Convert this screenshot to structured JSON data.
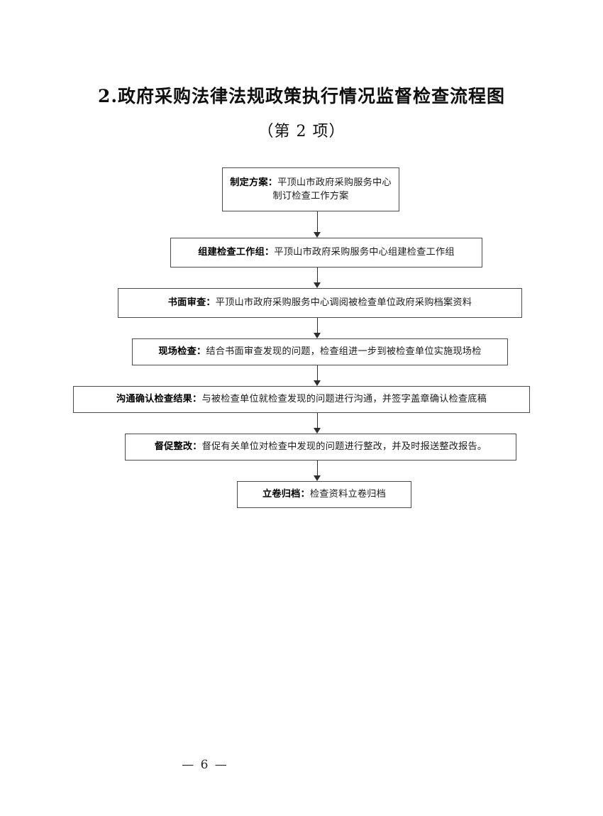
{
  "document": {
    "title": "2.政府采购法律法规政策执行情况监督检查流程图",
    "subtitle": "（第 2 项）",
    "page_number": "— 6 —"
  },
  "flowchart": {
    "nodes": [
      {
        "label": "制定方案：",
        "body": "平顶山市政府采购服务中心制订检查工作方案"
      },
      {
        "label": "组建检查工作组：",
        "body": "平顶山市政府采购服务中心组建检查工作组"
      },
      {
        "label": "书面审查：",
        "body": "平顶山市政府采购服务中心调阅被检查单位政府采购档案资料"
      },
      {
        "label": "现场检查：",
        "body": "结合书面审查发现的问题，检查组进一步到被检查单位实施现场检"
      },
      {
        "label": "沟通确认检查结果：",
        "body": "与被检查单位就检查发现的问题进行沟通，并签字盖章确认检查底稿"
      },
      {
        "label": "督促整改：",
        "body": "督促有关单位对检查中发现的问题进行整改，并及时报送整改报告。"
      },
      {
        "label": "立卷归档：",
        "body": "检查资料立卷归档"
      }
    ],
    "connectors": [
      {
        "from": 0,
        "to": 1
      },
      {
        "from": 1,
        "to": 2
      },
      {
        "from": 2,
        "to": 3
      },
      {
        "from": 3,
        "to": 4
      },
      {
        "from": 4,
        "to": 5
      },
      {
        "from": 5,
        "to": 6
      }
    ]
  },
  "colors": {
    "text": "#141414",
    "box_border": "#4a4a4a",
    "connector": "#2e2e2e",
    "background": "#ffffff"
  }
}
